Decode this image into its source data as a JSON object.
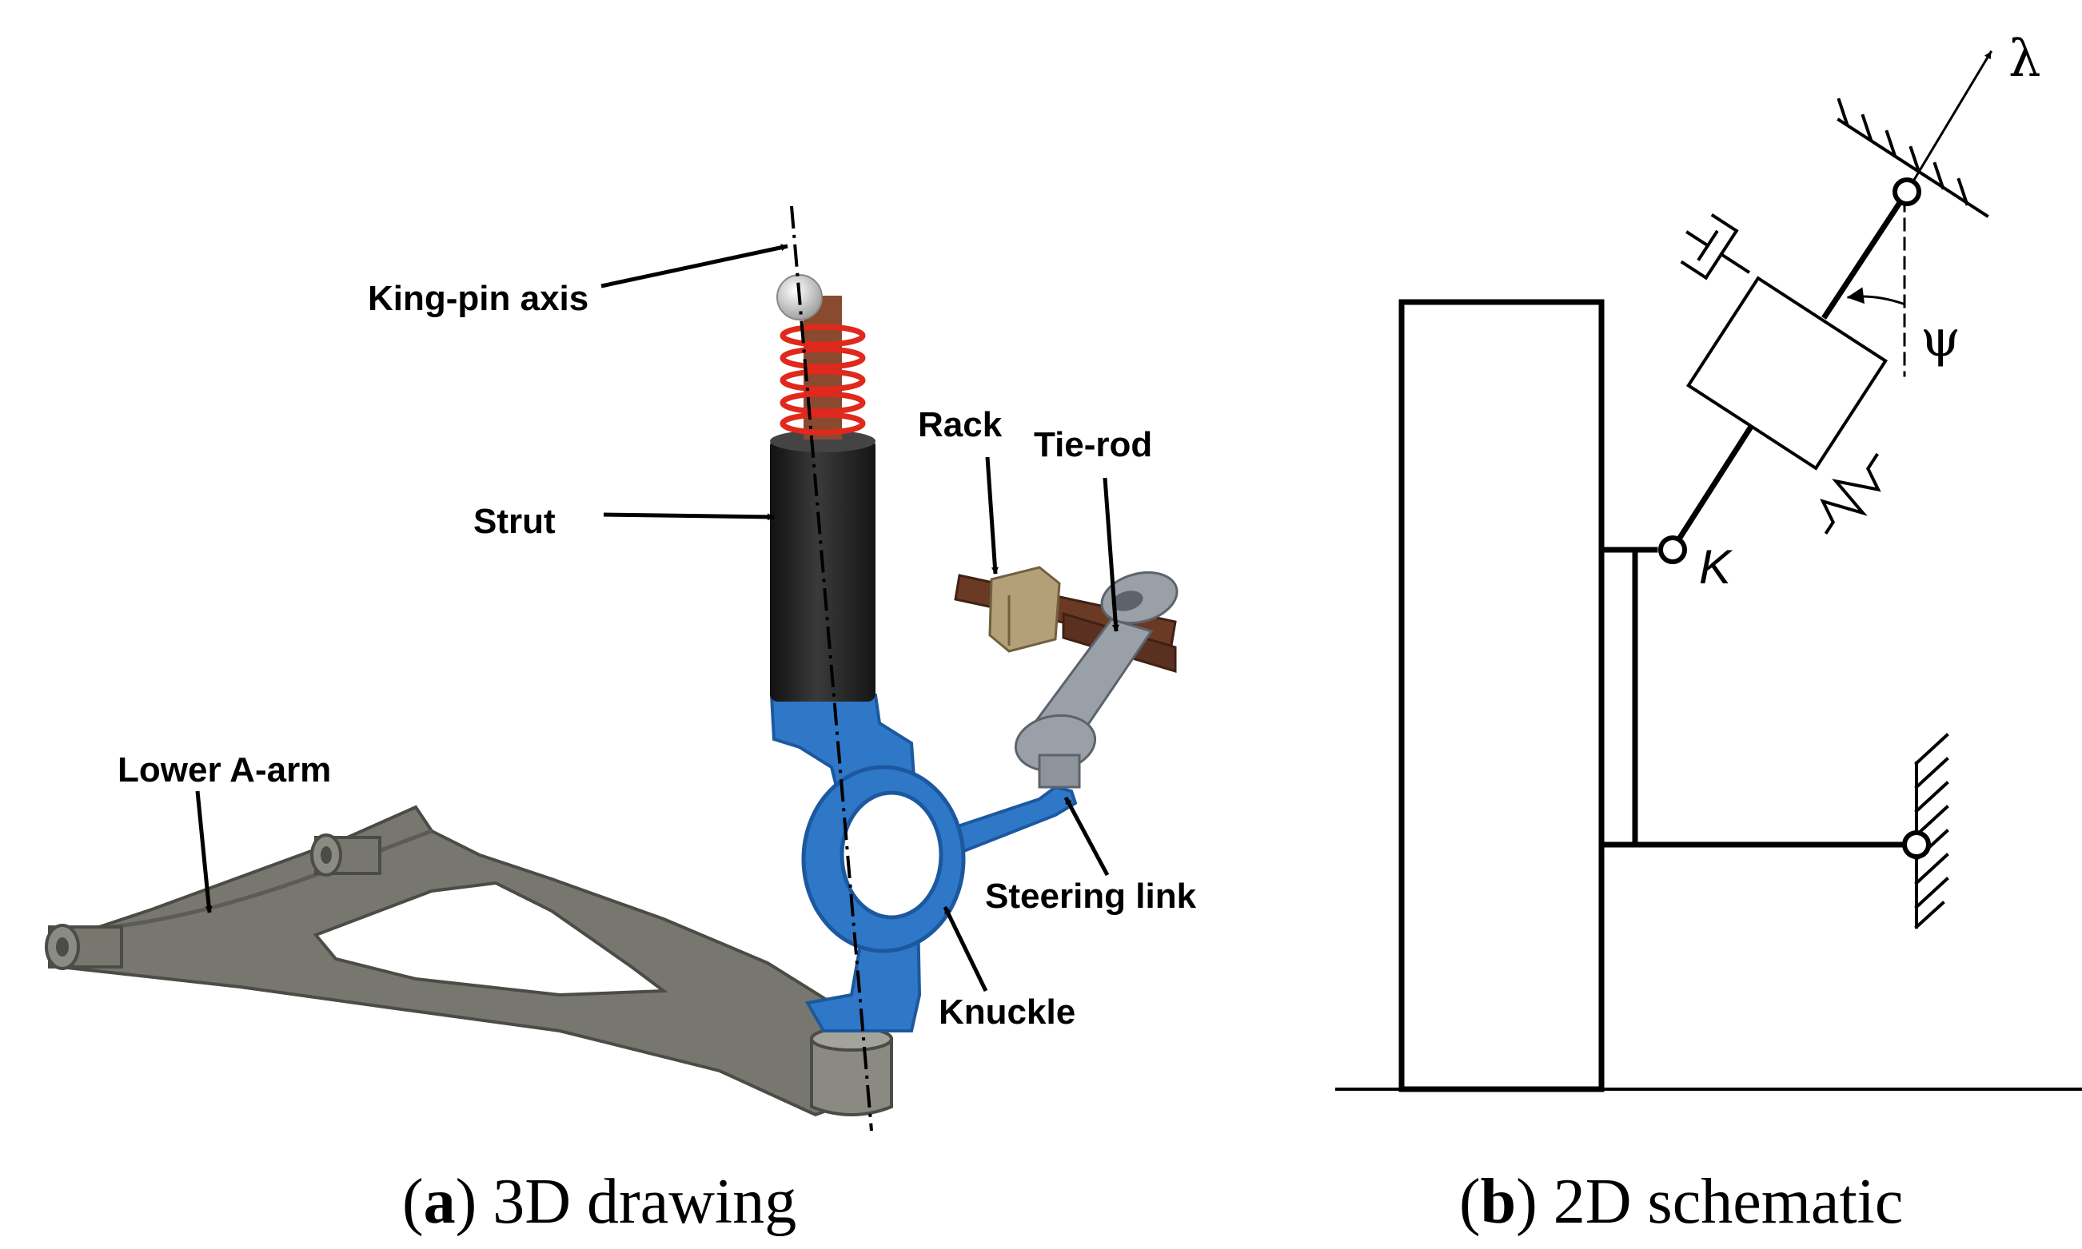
{
  "panel_a": {
    "labels": {
      "kingpin": "King-pin axis",
      "strut": "Strut",
      "rack": "Rack",
      "tierod": "Tie-rod",
      "lower_arm": "Lower A-arm",
      "steering_link": "Steering link",
      "knuckle": "Knuckle"
    },
    "caption": {
      "letter": "a",
      "text": "3D drawing"
    }
  },
  "panel_b": {
    "symbols": {
      "lambda": "λ",
      "psi": "ψ",
      "k": "K"
    },
    "caption": {
      "letter": "b",
      "text": "2D schematic"
    }
  },
  "colors": {
    "arm": "#77776f",
    "arm_dark": "#4c4c46",
    "knuckle": "#2f78c8",
    "knuckle_dark": "#1c58a0",
    "strut": "#2a2a2a",
    "spring": "#e0281c",
    "rack": "#6b3a24",
    "rack_block": "#b4a078",
    "tierod": "#9aa0a8"
  }
}
